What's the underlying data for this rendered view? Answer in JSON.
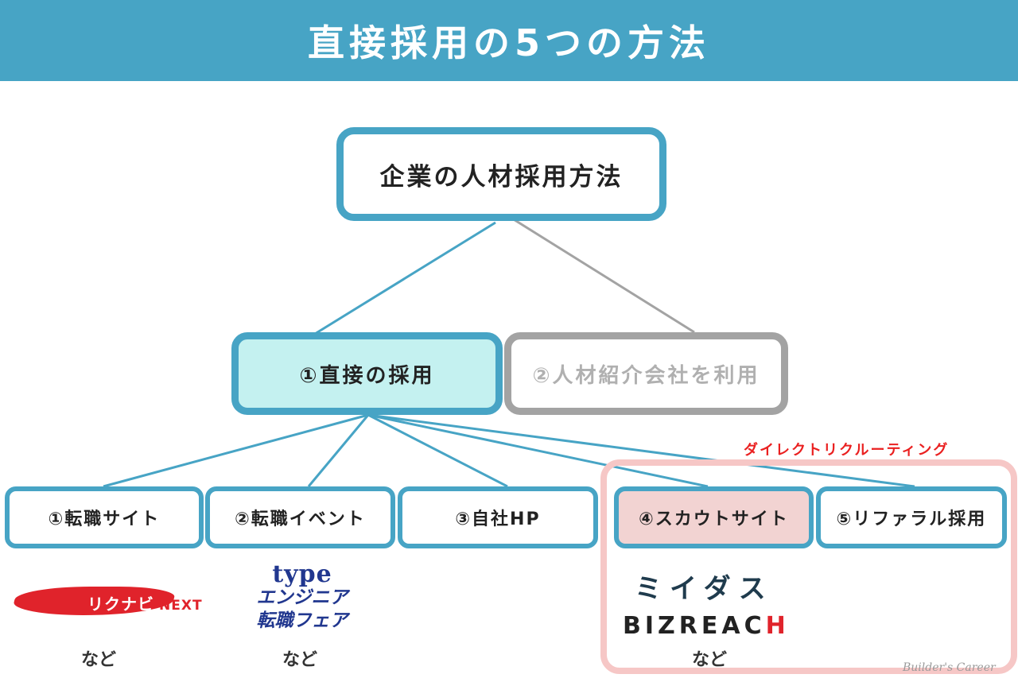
{
  "header": {
    "title": "直接採用の5つの方法"
  },
  "root": {
    "label": "企業の人材採用方法"
  },
  "level1": {
    "direct": "①直接の採用",
    "agency": "②人材紹介会社を利用"
  },
  "methods": [
    {
      "label": "①転職サイト"
    },
    {
      "label": "②転職イベント"
    },
    {
      "label": "③自社HP"
    },
    {
      "label": "④スカウトサイト"
    },
    {
      "label": "⑤リファラル採用"
    }
  ],
  "direct_recruiting": {
    "label": "ダイレクトリクルーティング"
  },
  "examples": {
    "job_site": {
      "logo_text": "リクナビ",
      "logo_suffix": "NEXT",
      "etc": "など"
    },
    "job_event": {
      "logo_word": "type",
      "logo_line1": "エンジニア",
      "logo_line2": "転職フェア",
      "etc": "など"
    },
    "scout": {
      "logo1": "ミイダス",
      "logo2_main": "BIZREAC",
      "logo2_accent": "H",
      "etc": "など"
    }
  },
  "watermark": "Builder's Career",
  "colors": {
    "header_bg": "#47a4c5",
    "primary_border": "#47a4c5",
    "direct_fill": "#c4f1f0",
    "agency_border": "#a3a3a3",
    "direct_recruiting_frame": "#f6c7c6",
    "direct_recruiting_label": "#ea2020",
    "scout_fill": "#f2d3d2"
  }
}
